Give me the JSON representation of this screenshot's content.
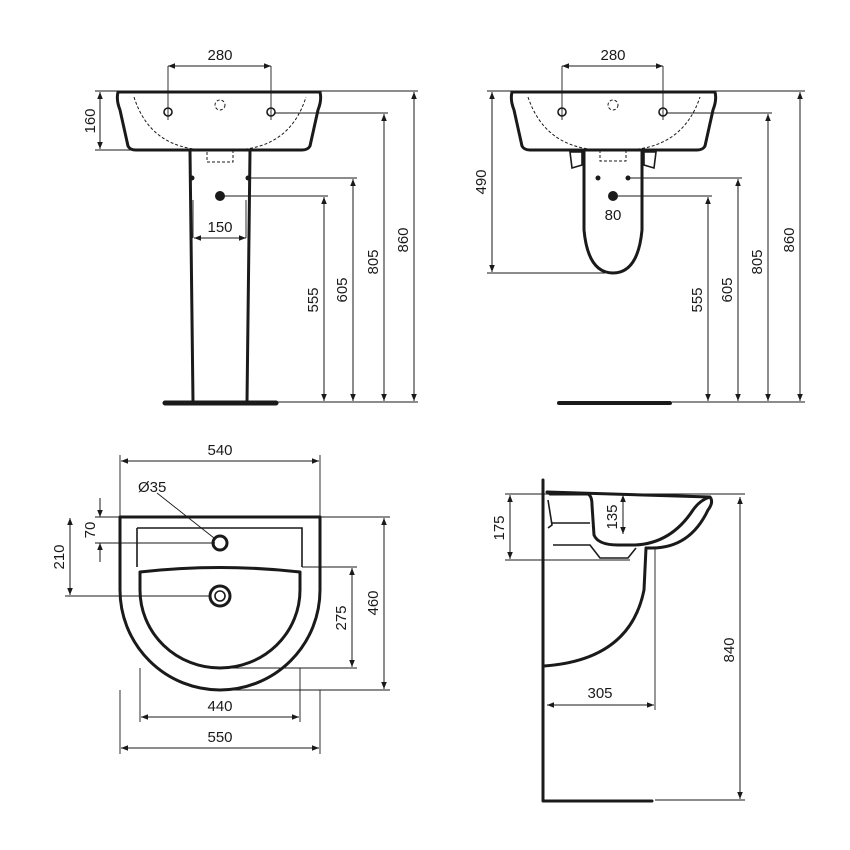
{
  "views": {
    "front_pedestal": {
      "d_tap_spacing": "280",
      "d_basin_height": "160",
      "d_pedestal_width": "150",
      "d_h555": "555",
      "d_h605": "605",
      "d_h805": "805",
      "d_h860": "860"
    },
    "front_semi_pedestal": {
      "d_tap_spacing": "280",
      "d_h490": "490",
      "d_hole_spacing": "80",
      "d_h555": "555",
      "d_h605": "605",
      "d_h805": "805",
      "d_h860": "860"
    },
    "top_view": {
      "d_width540": "540",
      "d_hole_dia": "Ø35",
      "d_70": "70",
      "d_210": "210",
      "d_275": "275",
      "d_460": "460",
      "d_440": "440",
      "d_550": "550"
    },
    "side_view": {
      "d_175": "175",
      "d_135": "135",
      "d_840": "840",
      "d_305": "305"
    }
  },
  "colors": {
    "line": "#1a1a1a",
    "background": "#ffffff"
  }
}
